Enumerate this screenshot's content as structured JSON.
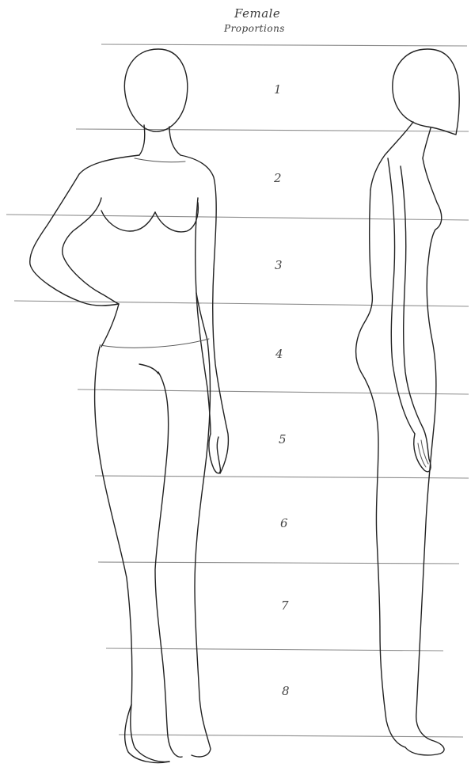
{
  "title": {
    "line1": "Female",
    "line2": "Proportions"
  },
  "segments": [
    {
      "label": "1"
    },
    {
      "label": "2"
    },
    {
      "label": "3"
    },
    {
      "label": "4"
    },
    {
      "label": "5"
    },
    {
      "label": "6"
    },
    {
      "label": "7"
    },
    {
      "label": "8"
    }
  ],
  "figures": [
    "front-view-figure",
    "side-view-figure"
  ],
  "colors": {
    "paper": "#ffffff",
    "ink": "#222222",
    "guide": "#8d8d8d"
  }
}
